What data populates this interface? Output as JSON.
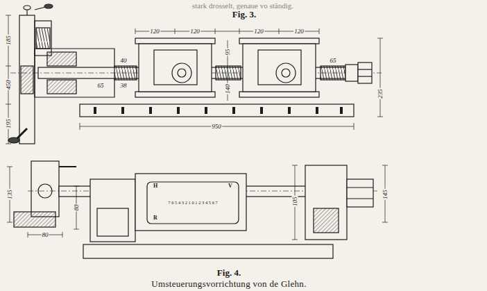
{
  "diagram": {
    "caption": "Umsteuerungsvorrichtung von de Glehn.",
    "labels": [
      "stark drosselt, genaue vo ständig.",
      "Fig. 3.",
      "185",
      "450",
      "195",
      "40",
      "38",
      "65",
      "120",
      "120",
      "95",
      "120",
      "120",
      "140",
      "65",
      "235",
      "950",
      "135",
      "80",
      "80",
      "105",
      "145",
      "H",
      "R",
      "V",
      "7 6 5 4 3 2 1 0 1 2 3 4 5 6 7",
      "Fig. 4."
    ]
  }
}
